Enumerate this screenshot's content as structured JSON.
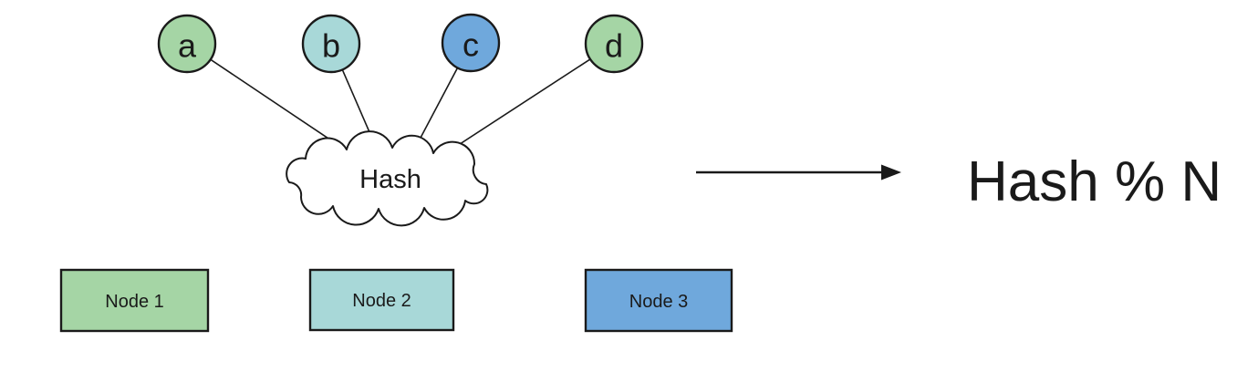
{
  "colors": {
    "green": "#a5d5a5",
    "teal": "#a8d8d8",
    "blue": "#6fa8dc",
    "stroke": "#1a1a1a",
    "background": "#ffffff"
  },
  "keys": [
    {
      "label": "a",
      "color": "green"
    },
    {
      "label": "b",
      "color": "teal"
    },
    {
      "label": "c",
      "color": "blue"
    },
    {
      "label": "d",
      "color": "green"
    }
  ],
  "cloud": {
    "label": "Hash"
  },
  "formula": {
    "label": "Hash % N"
  },
  "nodes": [
    {
      "label": "Node 1",
      "color": "green"
    },
    {
      "label": "Node 2",
      "color": "teal"
    },
    {
      "label": "Node 3",
      "color": "blue"
    }
  ]
}
